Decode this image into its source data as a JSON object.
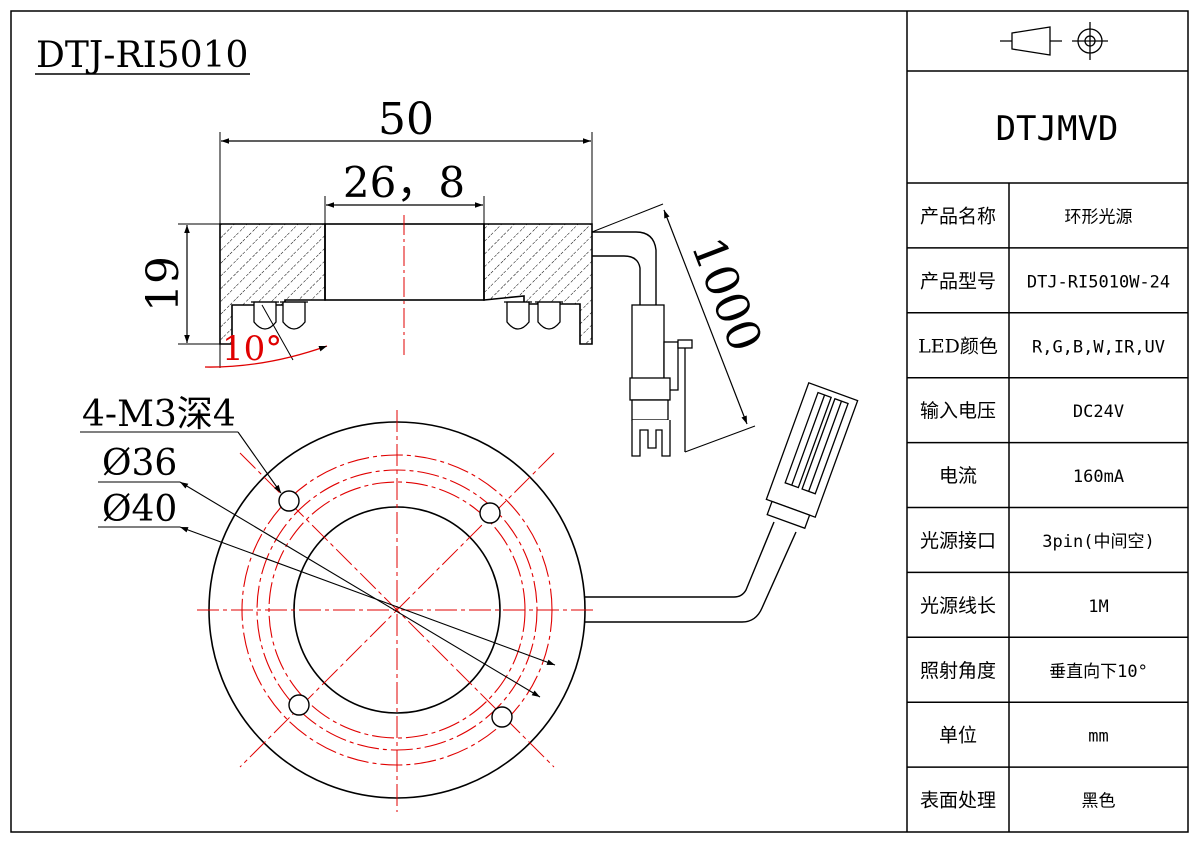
{
  "drawing": {
    "model": "DTJ-RI5010",
    "brand": "DTJMVD",
    "dimensions": {
      "outer_width": "50",
      "inner_width": "26，8",
      "height": "19",
      "cable_length": "1000",
      "angle": "10°",
      "holes": "4-M3深4",
      "dia_inner": "Ø36",
      "dia_outer": "Ø40"
    }
  },
  "spec_table": {
    "rows": [
      {
        "label": "产品名称",
        "value": "环形光源"
      },
      {
        "label": "产品型号",
        "value": "DTJ-RI5010W-24"
      },
      {
        "label": "LED颜色",
        "value": "R,G,B,W,IR,UV"
      },
      {
        "label": "输入电压",
        "value": "DC24V"
      },
      {
        "label": "电流",
        "value": "160mA"
      },
      {
        "label": "光源接口",
        "value": "3pin(中间空)"
      },
      {
        "label": "光源线长",
        "value": "1M"
      },
      {
        "label": "照射角度",
        "value": "垂直向下10°"
      },
      {
        "label": "单位",
        "value": "mm"
      },
      {
        "label": "表面处理",
        "value": "黑色"
      }
    ]
  },
  "colors": {
    "line": "#000000",
    "center": "#e00000"
  },
  "icons": {
    "projection": "third-angle-projection-icon"
  }
}
